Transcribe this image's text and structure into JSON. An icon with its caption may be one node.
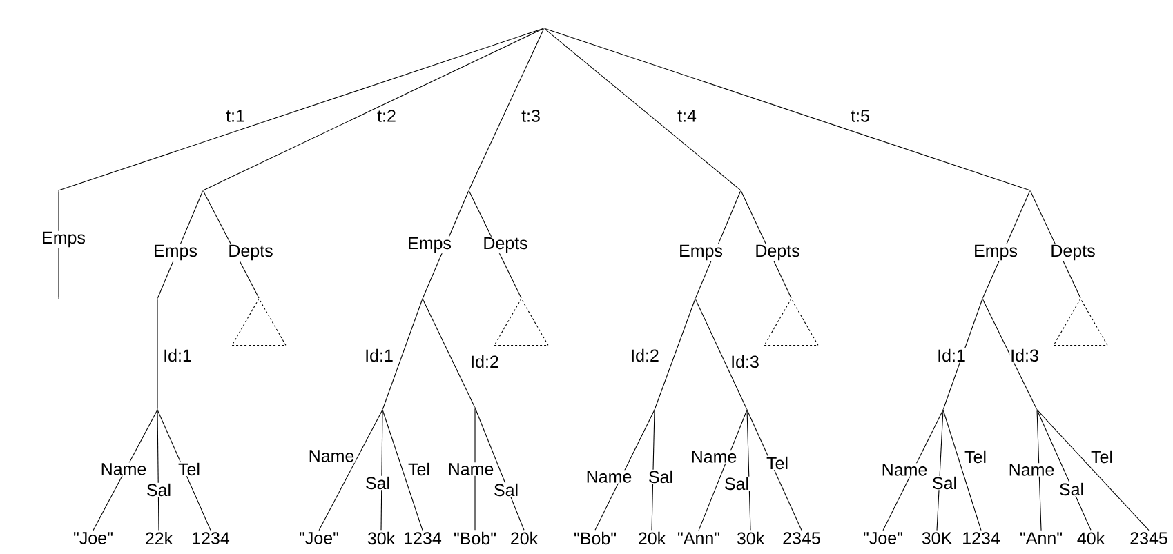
{
  "diagram": {
    "nodes": [
      {
        "text": [],
        "shape": "point"
      },
      {
        "text": [],
        "shape": "point"
      },
      {
        "text": [],
        "shape": "point"
      },
      {
        "text": [],
        "shape": "point"
      },
      {
        "text": [],
        "shape": "point"
      },
      {
        "text": [],
        "shape": "point"
      },
      {
        "text": [],
        "shape": "point"
      },
      {
        "text": [],
        "shape": "point"
      },
      {
        "text": [],
        "shape": "triangle"
      },
      {
        "text": [],
        "shape": "point"
      },
      {
        "text": [],
        "shape": "triangle"
      },
      {
        "text": [],
        "shape": "point"
      },
      {
        "text": [],
        "shape": "triangle"
      },
      {
        "text": [],
        "shape": "point"
      },
      {
        "text": [],
        "shape": "triangle"
      },
      {
        "text": [],
        "shape": "point"
      },
      {
        "text": [],
        "shape": "point"
      },
      {
        "text": [],
        "shape": "point"
      },
      {
        "text": [],
        "shape": "point"
      },
      {
        "text": [],
        "shape": "point"
      },
      {
        "text": [],
        "shape": "point"
      },
      {
        "text": [],
        "shape": "point"
      },
      {
        "text": [
          "\"Joe\""
        ]
      },
      {
        "text": [
          "22k"
        ]
      },
      {
        "text": [
          "1234"
        ]
      },
      {
        "text": [
          "\"Joe\""
        ]
      },
      {
        "text": [
          "30k"
        ]
      },
      {
        "text": [
          "1234"
        ]
      },
      {
        "text": [
          "\"Bob\""
        ]
      },
      {
        "text": [
          "20k"
        ]
      },
      {
        "text": [
          "\"Bob\""
        ]
      },
      {
        "text": [
          "20k"
        ]
      },
      {
        "text": [
          "\"Ann\""
        ]
      },
      {
        "text": [
          "30k"
        ]
      },
      {
        "text": [
          "2345"
        ]
      },
      {
        "text": [
          "\"Joe\""
        ]
      },
      {
        "text": [
          "30K"
        ]
      },
      {
        "text": [
          "1234"
        ]
      },
      {
        "text": [
          "\"Ann\""
        ]
      },
      {
        "text": [
          "40k"
        ]
      },
      {
        "text": [
          "2345"
        ]
      }
    ],
    "edges": [
      {
        "from": 0,
        "to": 1,
        "arrow": "none",
        "label": "t:1"
      },
      {
        "from": 0,
        "to": 2,
        "arrow": "none",
        "label": "t:2"
      },
      {
        "from": 0,
        "to": 3,
        "arrow": "none",
        "label": "t:3"
      },
      {
        "from": 0,
        "to": 4,
        "arrow": "none",
        "label": "t:4"
      },
      {
        "from": 0,
        "to": 5,
        "arrow": "none",
        "label": "t:5"
      },
      {
        "from": 1,
        "to": 6,
        "arrow": "none",
        "label": "Emps"
      },
      {
        "from": 2,
        "to": 7,
        "arrow": "none",
        "label": "Emps"
      },
      {
        "from": 2,
        "to": 8,
        "arrow": "none",
        "label": "Depts"
      },
      {
        "from": 3,
        "to": 9,
        "arrow": "none",
        "label": "Emps"
      },
      {
        "from": 3,
        "to": 10,
        "arrow": "none",
        "label": "Depts"
      },
      {
        "from": 4,
        "to": 11,
        "arrow": "none",
        "label": "Emps"
      },
      {
        "from": 4,
        "to": 12,
        "arrow": "none",
        "label": "Depts"
      },
      {
        "from": 5,
        "to": 13,
        "arrow": "none",
        "label": "Emps"
      },
      {
        "from": 5,
        "to": 14,
        "arrow": "none",
        "label": "Depts"
      },
      {
        "from": 7,
        "to": 15,
        "arrow": "none",
        "label": "Id:1"
      },
      {
        "from": 9,
        "to": 16,
        "arrow": "none",
        "label": "Id:1"
      },
      {
        "from": 9,
        "to": 17,
        "arrow": "none",
        "label": "Id:2"
      },
      {
        "from": 11,
        "to": 18,
        "arrow": "none",
        "label": "Id:2"
      },
      {
        "from": 11,
        "to": 19,
        "arrow": "none",
        "label": "Id:3"
      },
      {
        "from": 13,
        "to": 20,
        "arrow": "none",
        "label": "Id:1"
      },
      {
        "from": 13,
        "to": 21,
        "arrow": "none",
        "label": "Id:3"
      },
      {
        "from": 15,
        "to": 22,
        "arrow": "none",
        "label": "Name"
      },
      {
        "from": 15,
        "to": 23,
        "arrow": "none",
        "label": "Sal"
      },
      {
        "from": 15,
        "to": 24,
        "arrow": "none",
        "label": "Tel"
      },
      {
        "from": 16,
        "to": 25,
        "arrow": "none",
        "label": "Name"
      },
      {
        "from": 16,
        "to": 26,
        "arrow": "none",
        "label": "Sal"
      },
      {
        "from": 16,
        "to": 27,
        "arrow": "none",
        "label": "Tel"
      },
      {
        "from": 17,
        "to": 28,
        "arrow": "none",
        "label": "Name"
      },
      {
        "from": 17,
        "to": 29,
        "arrow": "none",
        "label": "Sal"
      },
      {
        "from": 18,
        "to": 30,
        "arrow": "none",
        "label": "Name"
      },
      {
        "from": 18,
        "to": 31,
        "arrow": "none",
        "label": "Sal"
      },
      {
        "from": 19,
        "to": 32,
        "arrow": "none",
        "label": "Name"
      },
      {
        "from": 19,
        "to": 33,
        "arrow": "none",
        "label": "Sal"
      },
      {
        "from": 19,
        "to": 34,
        "arrow": "none",
        "label": "Tel"
      },
      {
        "from": 20,
        "to": 35,
        "arrow": "none",
        "label": "Name"
      },
      {
        "from": 20,
        "to": 36,
        "arrow": "none",
        "label": "Sal"
      },
      {
        "from": 20,
        "to": 37,
        "arrow": "none",
        "label": "Tel"
      },
      {
        "from": 21,
        "to": 38,
        "arrow": "none",
        "label": "Name"
      },
      {
        "from": 21,
        "to": 39,
        "arrow": "none",
        "label": "Sal"
      },
      {
        "from": 21,
        "to": 40,
        "arrow": "none",
        "label": "Tel"
      }
    ]
  }
}
